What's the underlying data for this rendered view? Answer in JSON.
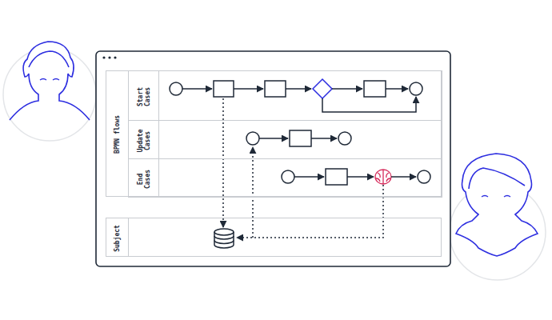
{
  "diagram": {
    "nodes": [
      {
        "text": [
          "BPMN flows"
        ]
      },
      {
        "text": [
          "Start Cases"
        ],
        "in": 0
      },
      {
        "text": [
          "Update Cases"
        ],
        "in": 0
      },
      {
        "text": [
          "End Cases"
        ],
        "in": 0
      },
      {
        "text": [
          "Subject"
        ]
      }
    ]
  }
}
